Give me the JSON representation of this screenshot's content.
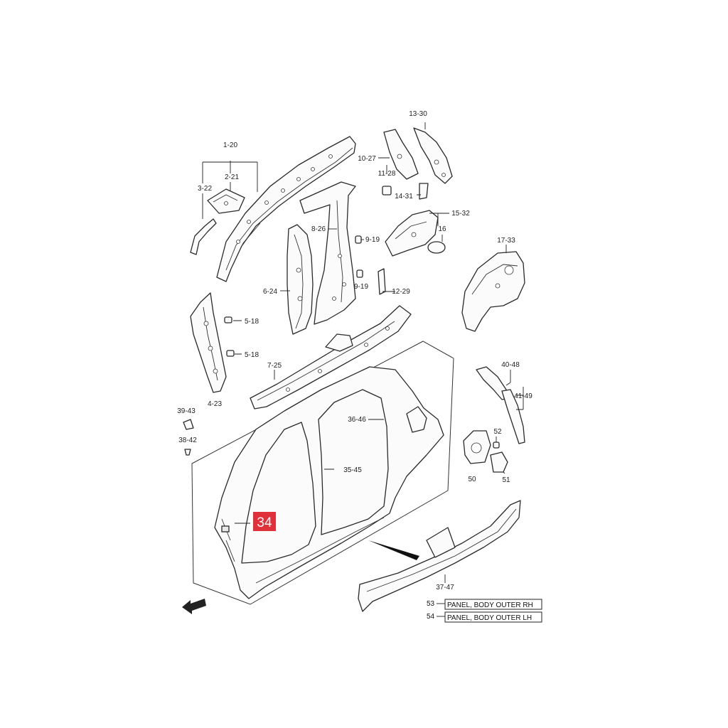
{
  "callouts": {
    "c1_20": "1-20",
    "c2_21": "2-21",
    "c3_22": "3-22",
    "c4_23": "4-23",
    "c5_18a": "5-18",
    "c5_18b": "5-18",
    "c6_24": "6-24",
    "c7_25": "7-25",
    "c8_26": "8-26",
    "c9_19a": "9-19",
    "c9_19b": "9-19",
    "c10_27": "10-27",
    "c11_28": "11-28",
    "c12_29": "12-29",
    "c13_30": "13-30",
    "c14_31": "14-31",
    "c15_32": "15-32",
    "c16": "16",
    "c17_33": "17-33",
    "c35_45": "35-45",
    "c36_46": "36-46",
    "c37_47": "37-47",
    "c38_42": "38-42",
    "c39_43": "39-43",
    "c40_48": "40-48",
    "c41_49": "41-49",
    "c50": "50",
    "c51": "51",
    "c52": "52"
  },
  "highlight": {
    "label": "34",
    "color": "#e0303a"
  },
  "legend": [
    {
      "num": "53",
      "text": "PANEL, BODY OUTER RH"
    },
    {
      "num": "54",
      "text": "PANEL, BODY OUTER LH"
    }
  ],
  "icons": {
    "front_arrow": "front-direction-arrow-icon"
  }
}
